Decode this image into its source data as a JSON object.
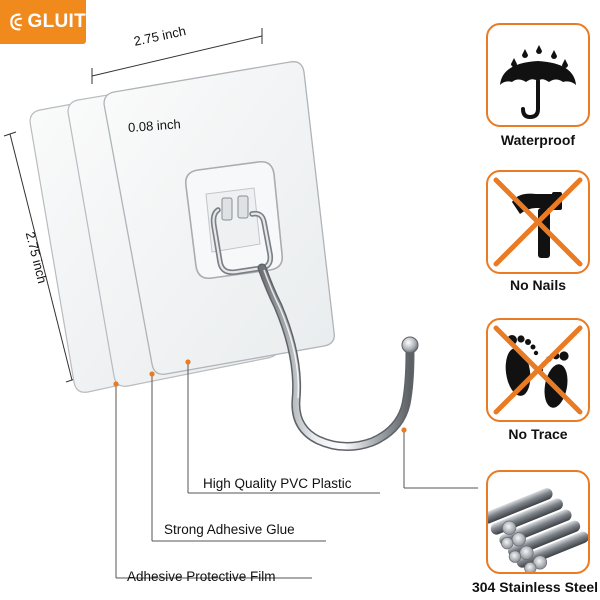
{
  "brand": {
    "name": "GLUIT",
    "color": "#f08a1c"
  },
  "dimensions": {
    "width": "2.75 inch",
    "height": "2.75 inch",
    "thickness": "0.08 inch"
  },
  "callouts": {
    "pvc": "High Quality PVC Plastic",
    "glue": "Strong Adhesive Glue",
    "film": "Adhesive Protective Film"
  },
  "features": [
    {
      "label": "Waterproof",
      "icon": "umbrella-rain-icon"
    },
    {
      "label": "No Nails",
      "icon": "no-hammer-icon"
    },
    {
      "label": "No Trace",
      "icon": "no-footprints-icon"
    },
    {
      "label": "304 Stainless Steel",
      "icon": "steel-rods-icon"
    }
  ],
  "colors": {
    "accent": "#ea7b25"
  }
}
